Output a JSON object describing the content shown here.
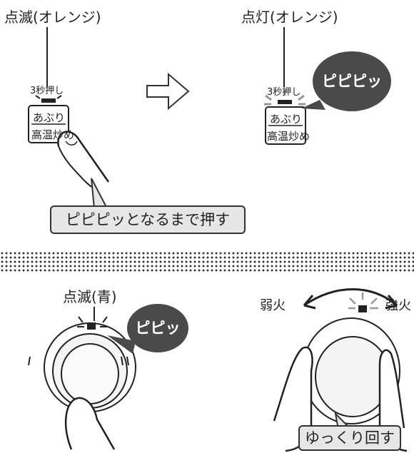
{
  "top_left": {
    "state_label": "点滅(オレンジ)",
    "hold_label": "3秒押し",
    "button_line1": "あぶり",
    "button_line2": "高温炒め"
  },
  "top_right": {
    "state_label": "点灯(オレンジ)",
    "hold_label": "3秒押し",
    "button_line1": "あぶり",
    "button_line2": "高温炒め",
    "sound_bubble": "ピピピッ"
  },
  "arrow": "⇨",
  "press_callout": "ピピピッとなるまで押す",
  "bottom_left": {
    "state_label": "点滅(青)",
    "sound_bubble": "ピピッ"
  },
  "bottom_right": {
    "weak_label": "弱火",
    "strong_label": "強火",
    "turn_callout": "ゆっくり回す"
  },
  "colors": {
    "bubble": "#4a4a4a",
    "callout_bg": "#e6e6e6",
    "line": "#222222"
  }
}
